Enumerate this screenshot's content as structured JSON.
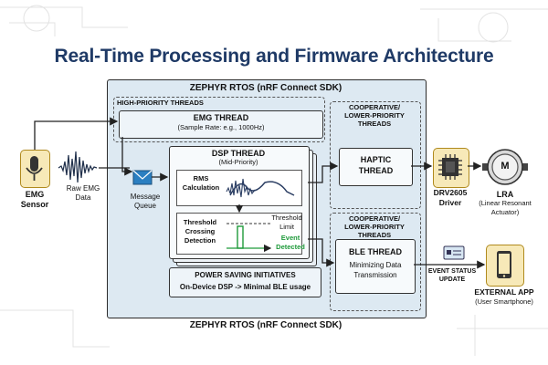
{
  "title": "Real-Time Processing and Firmware Architecture",
  "rtos": {
    "title_top": "ZEPHYR RTOS (nRF Connect SDK)",
    "title_bottom": "ZEPHYR RTOS (nRF Connect SDK)"
  },
  "high_priority": {
    "heading": "HIGH-PRIORITY THREADS",
    "emg_thread_title": "EMG THREAD",
    "emg_thread_sub": "(Sample Rate: e.g., 1000Hz)"
  },
  "dsp": {
    "title": "DSP THREAD",
    "sub": "(Mid-Priority)",
    "rms_line1": "RMS",
    "rms_line2": "Calculation",
    "thr_line1": "Threshold",
    "thr_line2": "Crossing",
    "thr_line3": "Detection",
    "limit_line1": "Threshold",
    "limit_line2": "Limit",
    "event_line1": "Event",
    "event_line2": "Detected"
  },
  "power": {
    "title": "POWER SAVING INITIATIVES",
    "sub": "On-Device DSP -> Minimal BLE usage"
  },
  "coop_top": {
    "line1": "COOPERATIVE/",
    "line2": "LOWER-PRIORITY",
    "line3": "THREADS",
    "thread_line1": "HAPTIC",
    "thread_line2": "THREAD"
  },
  "coop_bottom": {
    "line1": "COOPERATIVE/",
    "line2": "LOWER-PRIORITY",
    "line3": "THREADS",
    "thread_title": "BLE THREAD",
    "thread_sub1": "Minimizing Data",
    "thread_sub2": "Transmission"
  },
  "emg_sensor": {
    "line1": "EMG",
    "line2": "Sensor",
    "icon": "microphone-sensor-icon"
  },
  "raw_data": {
    "line1": "Raw EMG",
    "line2": "Data"
  },
  "queue": {
    "line1": "Message",
    "line2": "Queue",
    "icon": "envelope-icon"
  },
  "driver": {
    "line1": "DRV2605",
    "line2": "Driver",
    "icon": "chip-icon"
  },
  "lra": {
    "line1": "LRA",
    "line2": "(Linear Resonant",
    "line3": "Actuator)",
    "icon_letter": "M"
  },
  "event_status": {
    "line1": "EVENT STATUS",
    "line2": "UPDATE"
  },
  "external_app": {
    "line1": "EXTERNAL APP",
    "line2": "(User Smartphone)",
    "icon": "smartphone-icon"
  },
  "colors": {
    "title": "#1f3a66",
    "frame_fill": "#dde9f2",
    "tile_fill": "#f7e9b8",
    "event_green": "#1e9a3a"
  }
}
